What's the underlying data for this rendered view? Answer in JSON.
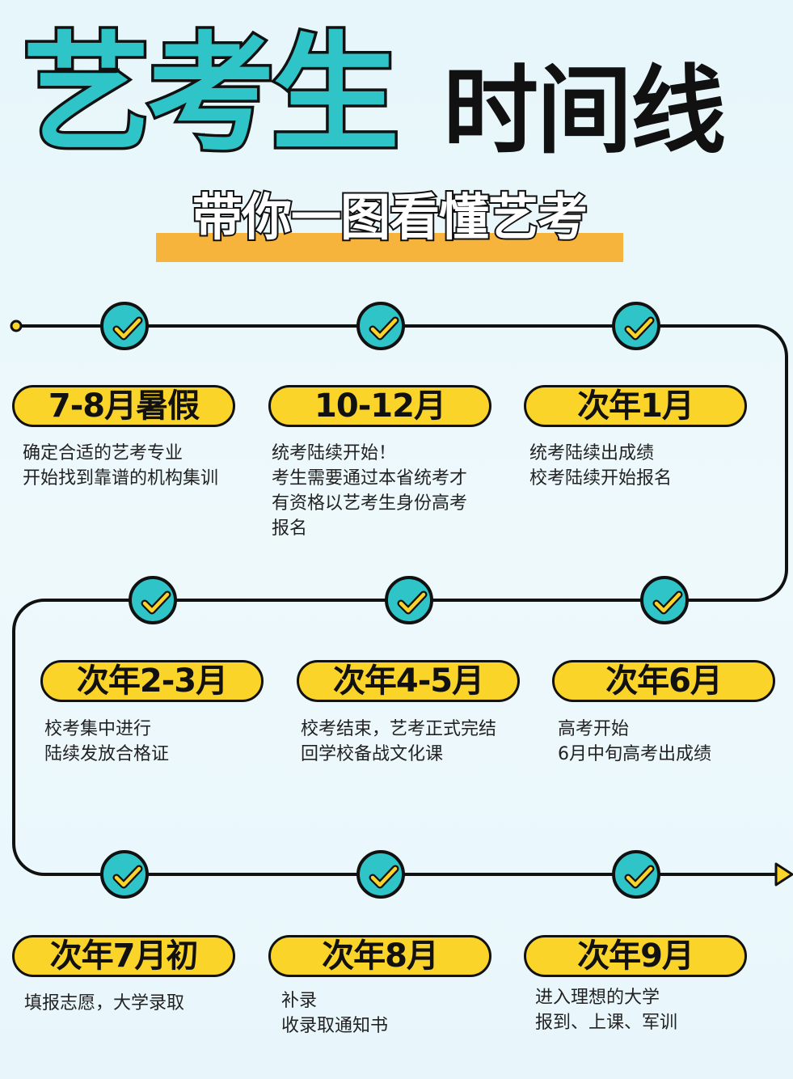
{
  "header": {
    "title_main": "艺考生",
    "title_sub": "时间线",
    "subtitle": "带你一图看懂艺考"
  },
  "colors": {
    "accent_teal": "#2ec4c8",
    "pill_yellow": "#fbd42a",
    "bar_orange": "#f7b43c",
    "line_black": "#111111"
  },
  "timeline": [
    {
      "label": "7-8月暑假",
      "lines": [
        "确定合适的艺考专业",
        "开始找到靠谱的机构集训"
      ]
    },
    {
      "label": "10-12月",
      "lines": [
        "统考陆续开始！",
        "考生需要通过本省统考才",
        "有资格以艺考生身份高考",
        "报名"
      ]
    },
    {
      "label": "次年1月",
      "lines": [
        "统考陆续出成绩",
        "校考陆续开始报名"
      ]
    },
    {
      "label": "次年2-3月",
      "lines": [
        "校考集中进行",
        "陆续发放合格证"
      ]
    },
    {
      "label": "次年4-5月",
      "lines": [
        "校考结束，艺考正式完结",
        "回学校备战文化课"
      ]
    },
    {
      "label": "次年6月",
      "lines": [
        "高考开始",
        "6月中旬高考出成绩"
      ]
    },
    {
      "label": "次年7月初",
      "lines": [
        "填报志愿，大学录取"
      ]
    },
    {
      "label": "次年8月",
      "lines": [
        "补录",
        "收录取通知书"
      ]
    },
    {
      "label": "次年9月",
      "lines": [
        "进入理想的大学",
        "报到、上课、军训"
      ]
    }
  ]
}
